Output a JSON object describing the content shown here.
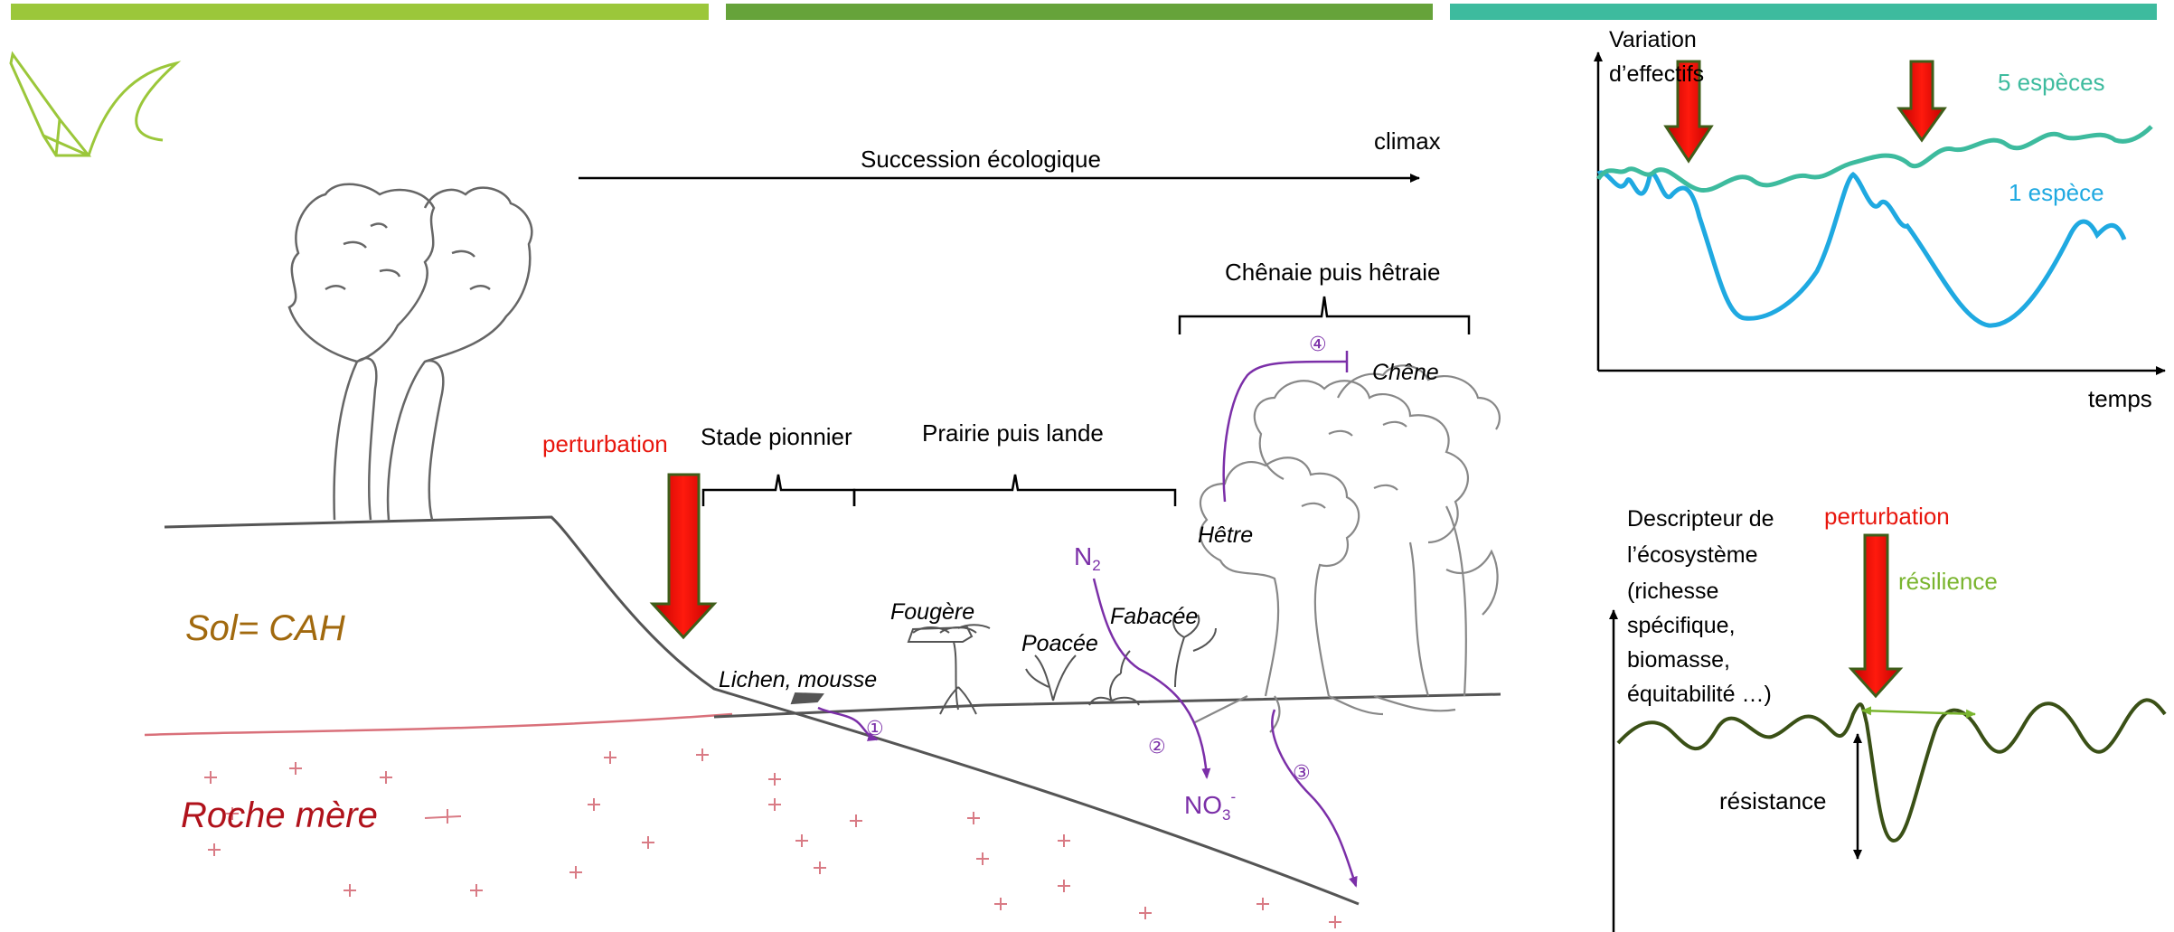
{
  "colors": {
    "bar_1": "#9bc73a",
    "bar_2": "#66a33a",
    "bar_3": "#3dbb9e",
    "red": "#e8160d",
    "purple": "#7b2fa8",
    "soil": "#a1690e",
    "rock": "#b0121b",
    "teal": "#3dbb9e",
    "blue": "#1fa9e1",
    "olive": "#3a5016",
    "green": "#7ab52f"
  },
  "succession": {
    "axis_label": "Succession écologique",
    "climax": "climax",
    "perturbation": "perturbation",
    "stade_pionnier": "Stade pionnier",
    "prairie": "Prairie puis lande",
    "chenaie": "Chênaie puis hêtraie"
  },
  "species": {
    "lichen": "Lichen, mousse",
    "fougere": "Fougère",
    "poacee": "Poacée",
    "fabacee": "Fabacée",
    "hetre": "Hêtre",
    "chene": "Chêne"
  },
  "labels": {
    "sol": "Sol= CAH",
    "roche": "Roche mère",
    "n2_main": "N",
    "n2_sub": "2",
    "no3_main": "NO",
    "no3_sub": "3",
    "no3_sup": "-",
    "step1": "①",
    "step2": "②",
    "step3": "③",
    "step4": "④"
  },
  "graph_top": {
    "ylabel_line1": "Variation",
    "ylabel_line2": "d’effectifs",
    "xlabel": "temps",
    "series_5": "5 espèces",
    "series_1": "1 espèce"
  },
  "graph_bottom": {
    "ylabel_lines": [
      "Descripteur de",
      "l’écosystème",
      "(richesse",
      "spécifique,",
      "biomasse,",
      "équitabilité …)"
    ],
    "perturbation": "perturbation",
    "resilience": "résilience",
    "resistance": "résistance"
  }
}
